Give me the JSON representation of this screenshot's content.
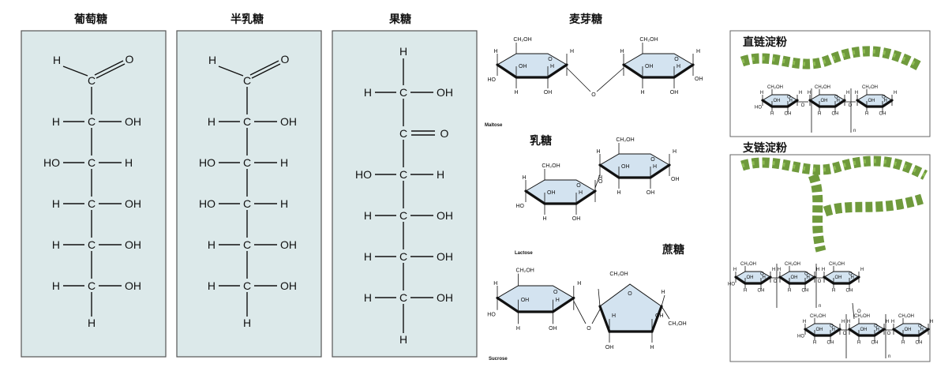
{
  "titles": {
    "glucose": "葡萄糖",
    "galactose": "半乳糖",
    "fructose": "果糖",
    "maltose": "麦芽糖",
    "lactose": "乳糖",
    "sucrose": "蔗糖",
    "amylose": "直链淀粉",
    "amylopectin": "支链淀粉"
  },
  "captions": {
    "maltose": "Maltose",
    "lactose": "Lactose",
    "sucrose": "Sucrose"
  },
  "atoms": {
    "H": "H",
    "O": "O",
    "C": "C",
    "OH": "OH",
    "HO": "HO",
    "CH2OH": "CH₂OH",
    "n": "n"
  },
  "chains": {
    "glucose": [
      [
        "H",
        "OH"
      ],
      [
        "HO",
        "H"
      ],
      [
        "H",
        "OH"
      ],
      [
        "H",
        "OH"
      ],
      [
        "H",
        "OH"
      ]
    ],
    "galactose": [
      [
        "H",
        "OH"
      ],
      [
        "HO",
        "H"
      ],
      [
        "HO",
        "H"
      ],
      [
        "H",
        "OH"
      ],
      [
        "H",
        "OH"
      ]
    ],
    "fructose": [
      [
        "HO",
        "H"
      ],
      [
        "H",
        "OH"
      ],
      [
        "H",
        "OH"
      ],
      [
        "H",
        "OH"
      ]
    ]
  },
  "colors": {
    "panel_fill": "#dce9ea",
    "ring_fill": "#d3e3f0",
    "helix_green": "#6f9a3c"
  },
  "icons": [
    "alpha-helix-icon"
  ]
}
